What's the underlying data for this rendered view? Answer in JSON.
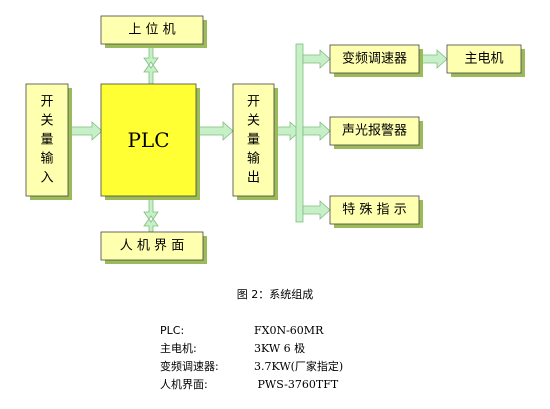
{
  "colors": {
    "box_fill": "#ffffb0",
    "plc_fill": "#ffff33",
    "shadow": "#9bbb59",
    "connector": "#c8f0c8",
    "connector_edge": "#7fbf7f",
    "box_border": "#444444"
  },
  "blocks": {
    "upper_computer": "上 位 机",
    "switch_input": "开\n关\n量\n输\n入",
    "plc": "PLC",
    "switch_output": "开\n关\n量\n输\n出",
    "hmi": "人 机 界 面",
    "vfd": "变频调速器",
    "main_motor": "主电机",
    "alarm": "声光报警器",
    "indicator": "特 殊 指 示"
  },
  "caption": "图 2：系统组成",
  "specs": [
    {
      "key": "PLC:",
      "value": "FX0N-60MR"
    },
    {
      "key": "主电机:",
      "value": "3KW 6 极"
    },
    {
      "key": "变频调速器:",
      "value": "3.7KW(厂家指定)"
    },
    {
      "key": "人机界面:",
      "value": " PWS-3760TFT"
    }
  ]
}
